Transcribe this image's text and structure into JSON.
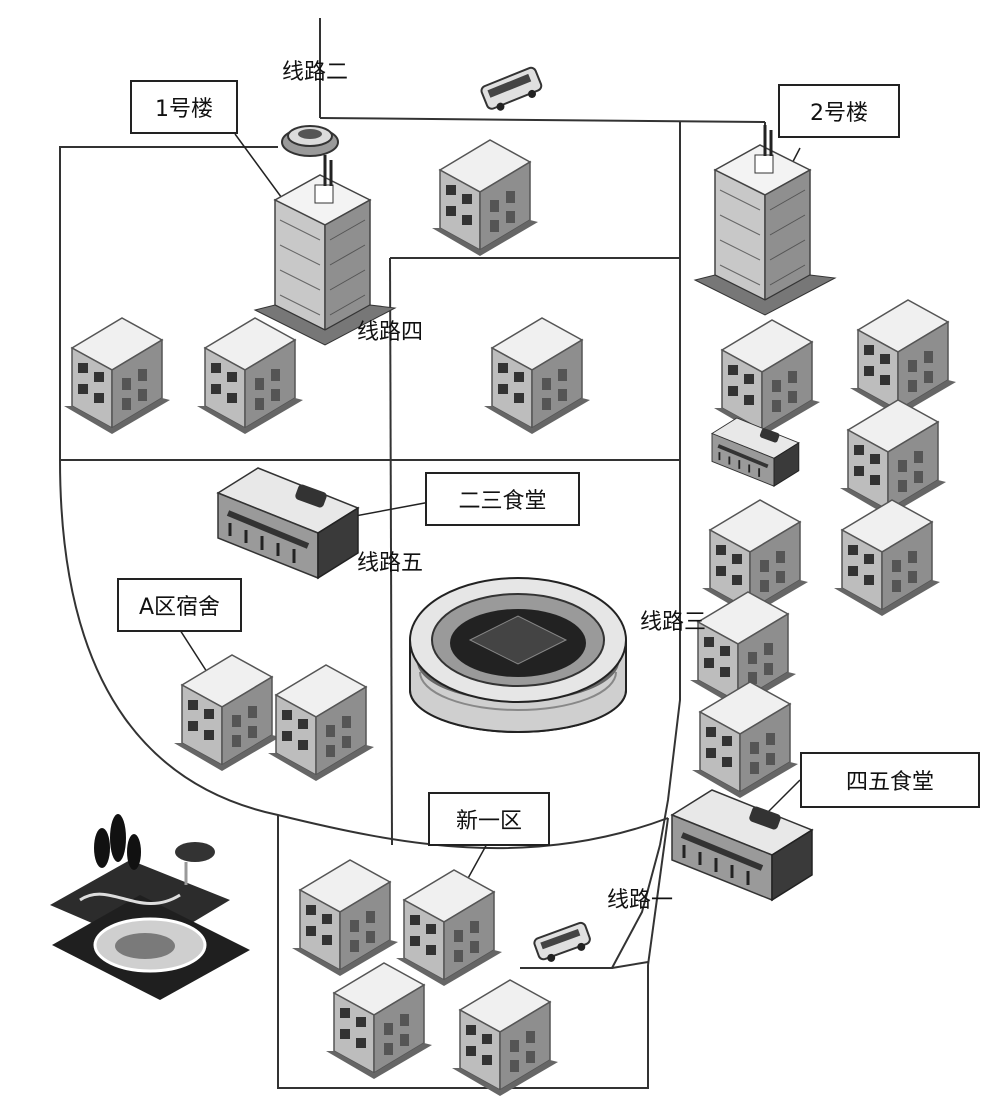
{
  "labels": {
    "building_1": "1号楼",
    "building_2": "2号楼",
    "canteen_23": "二三食堂",
    "dorm_a": "A区宿舍",
    "canteen_45": "四五食堂",
    "new_zone_1": "新一区"
  },
  "routes": {
    "route_1": "线路一",
    "route_2": "线路二",
    "route_3": "线路三",
    "route_4": "线路四",
    "route_5": "线路五"
  },
  "colors": {
    "line": "#333333",
    "building_face": "#d9d9d9",
    "building_side": "#8a8a8a",
    "roof": "#f2f2f2",
    "dark": "#2a2a2a"
  }
}
